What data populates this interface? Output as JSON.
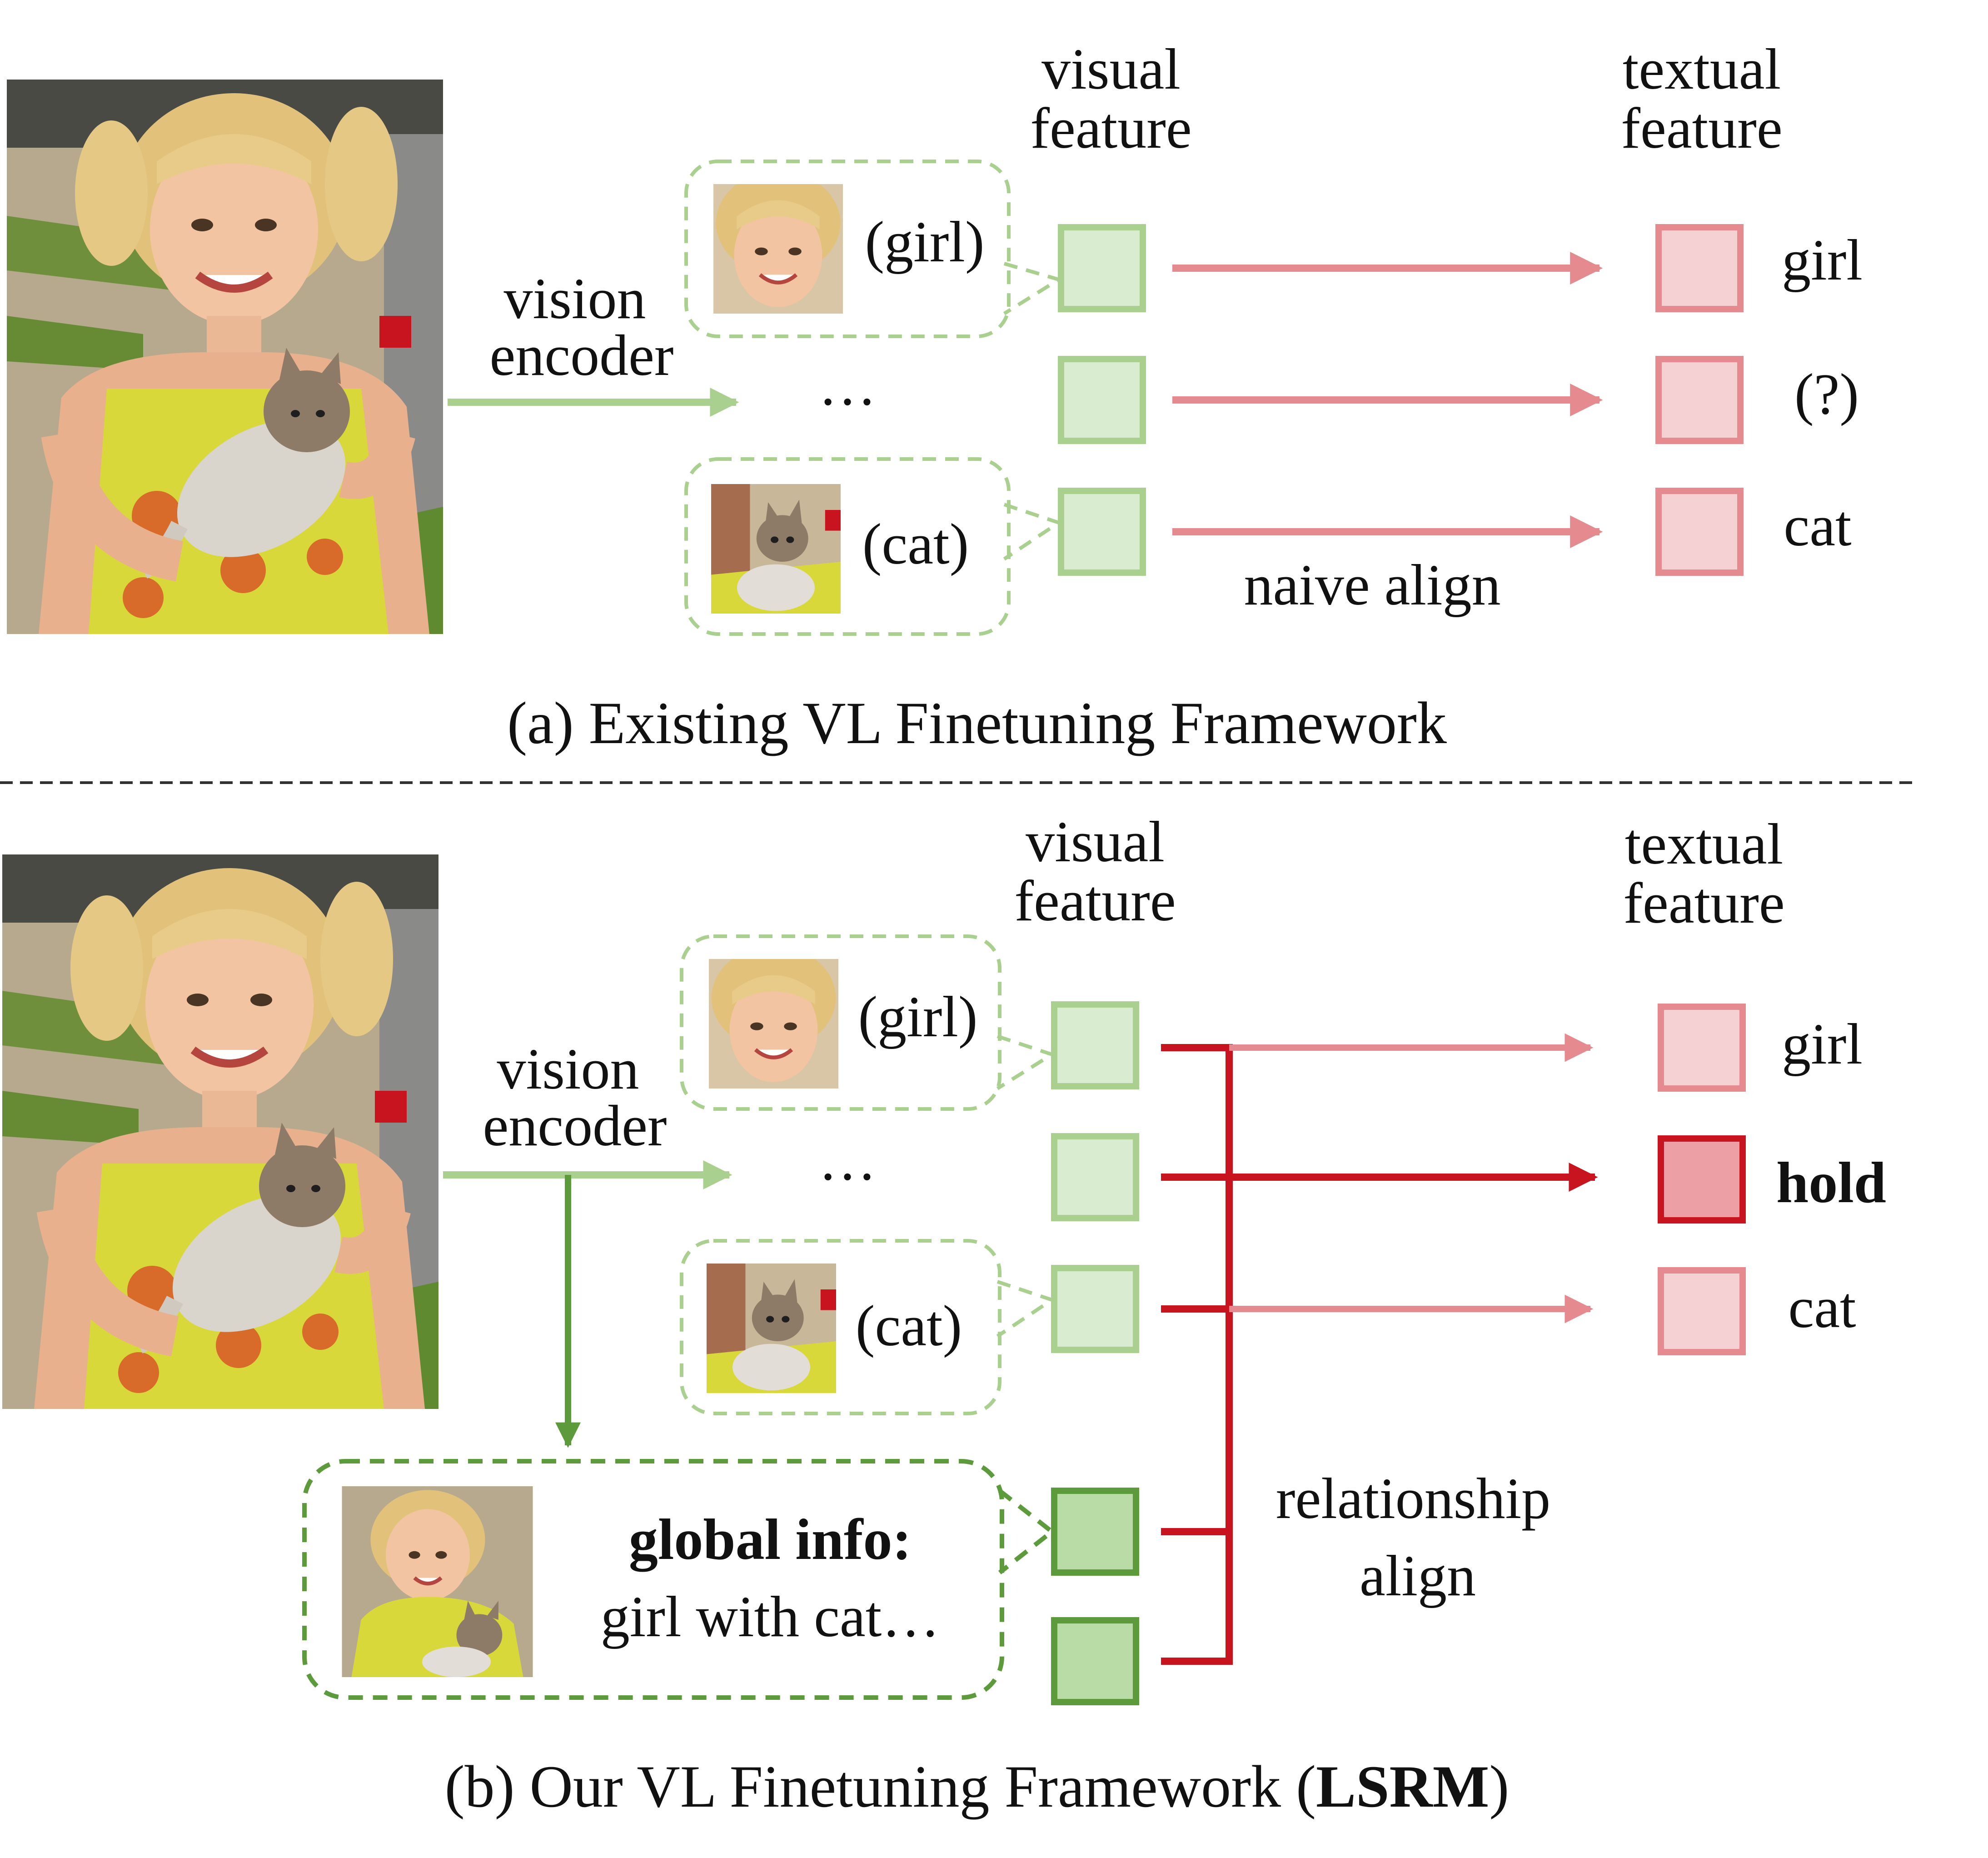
{
  "panel_a": {
    "vision_encoder_line1": "vision",
    "vision_encoder_line2": "encoder",
    "visual_feature_line1": "visual",
    "visual_feature_line2": "feature",
    "textual_feature_line1": "textual",
    "textual_feature_line2": "feature",
    "crop_girl_label": "(girl)",
    "crop_cat_label": "(cat)",
    "ellipsis": "…",
    "tokens": [
      "girl",
      "(?)",
      "cat"
    ],
    "align_label": "naive align",
    "caption": "(a) Existing VL Finetuning Framework"
  },
  "panel_b": {
    "vision_encoder_line1": "vision",
    "vision_encoder_line2": "encoder",
    "visual_feature_line1": "visual",
    "visual_feature_line2": "feature",
    "textual_feature_line1": "textual",
    "textual_feature_line2": "feature",
    "crop_girl_label": "(girl)",
    "crop_cat_label": "(cat)",
    "ellipsis": "…",
    "tokens": [
      "girl",
      "hold",
      "cat"
    ],
    "global_info_title": "global info:",
    "global_info_text": "girl with cat…",
    "align_label_line1": "relationship",
    "align_label_line2": "align",
    "caption_prefix": "(b) Our VL Finetuning Framework (",
    "caption_bold": "LSRM",
    "caption_suffix": ")"
  },
  "colors": {
    "green_light": "#a9d08e",
    "green_fill": "#d9ecd0",
    "green_dark": "#5c9a3c",
    "green_dark_fill": "#b9dba6",
    "red_light": "#e58a8e",
    "red_fill": "#f6d1d3",
    "red_strong": "#c8141e",
    "red_strong_fill": "#eca0a5"
  }
}
